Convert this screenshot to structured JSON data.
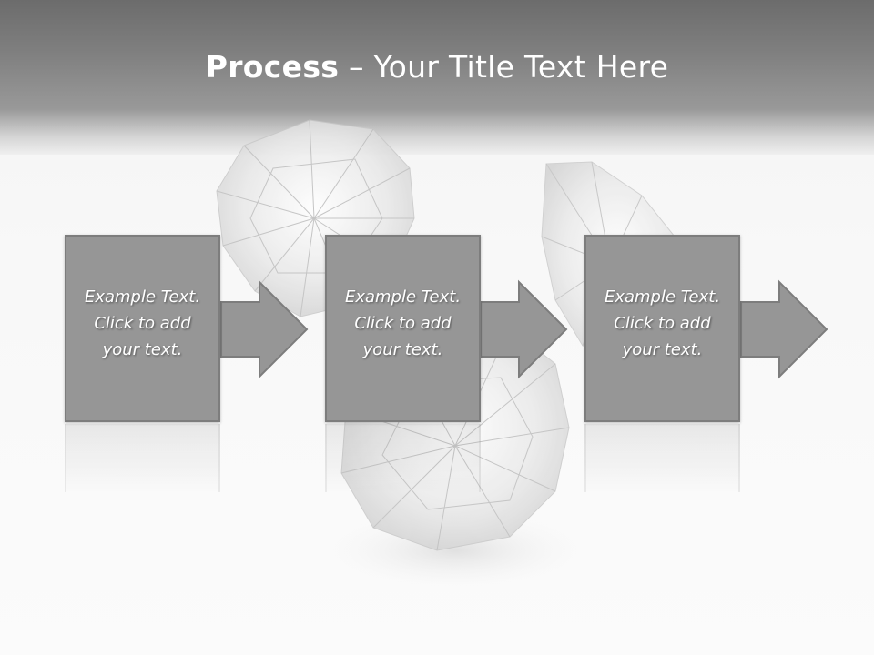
{
  "slide": {
    "title_bold": "Process",
    "title_rest": " – Your Title Text Here"
  },
  "steps": [
    {
      "lines": [
        "Example Text.",
        "Click  to add",
        "your text."
      ]
    },
    {
      "lines": [
        "Example Text.",
        "Click  to add",
        "your text."
      ]
    },
    {
      "lines": [
        "Example Text.",
        "Click  to add",
        "your text."
      ]
    }
  ],
  "colors": {
    "box_fill": "#969696",
    "box_border": "#7d7d7d",
    "text": "#ffffff",
    "title_bar": "#7a7a7a"
  }
}
